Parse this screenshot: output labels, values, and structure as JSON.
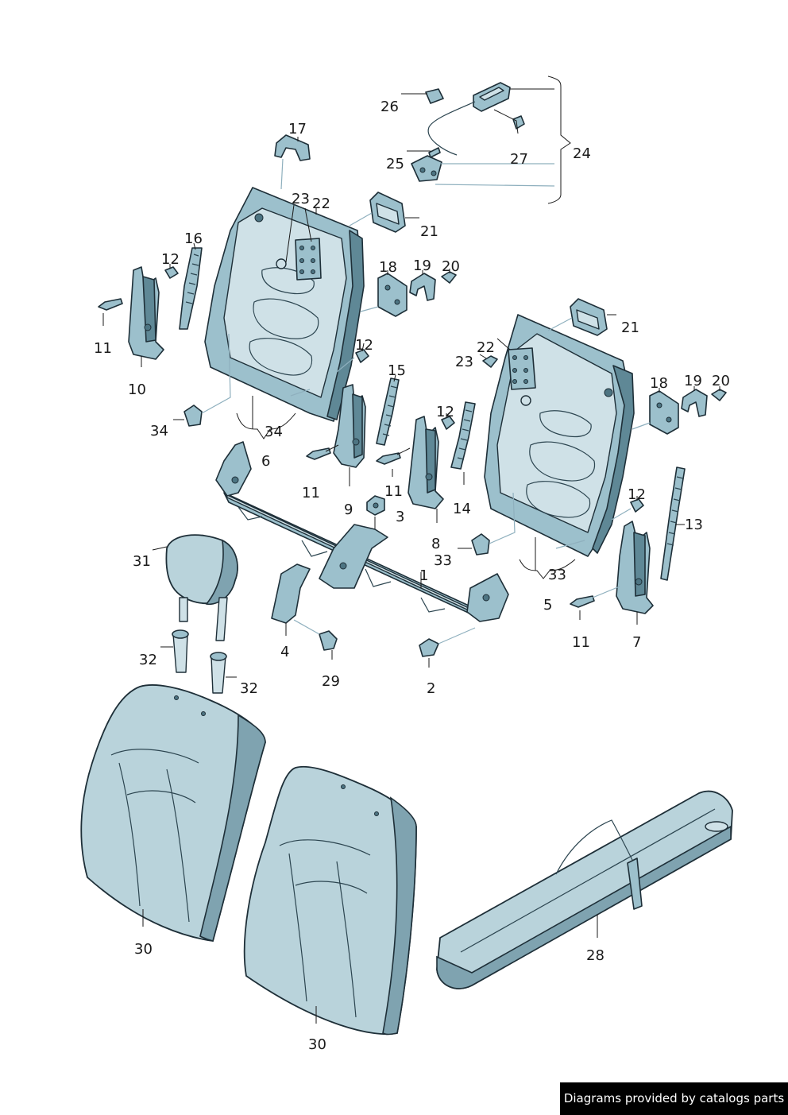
{
  "labels": {
    "l1": "1",
    "l2": "2",
    "l3": "3",
    "l4": "4",
    "l5": "5",
    "l6": "6",
    "l7": "7",
    "l8": "8",
    "l9": "9",
    "l10": "10",
    "l11a": "11",
    "l11b": "11",
    "l11c": "11",
    "l11d": "11",
    "l12a": "12",
    "l12b": "12",
    "l12c": "12",
    "l12d": "12",
    "l13": "13",
    "l14": "14",
    "l15": "15",
    "l16": "16",
    "l17": "17",
    "l18a": "18",
    "l18b": "18",
    "l19a": "19",
    "l19b": "19",
    "l20a": "20",
    "l20b": "20",
    "l21a": "21",
    "l21b": "21",
    "l22a": "22",
    "l22b": "22",
    "l23a": "23",
    "l23b": "23",
    "l24": "24",
    "l25": "25",
    "l26": "26",
    "l27": "27",
    "l28": "28",
    "l29": "29",
    "l30a": "30",
    "l30b": "30",
    "l31": "31",
    "l32a": "32",
    "l32b": "32",
    "l33a": "33",
    "l33b": "33",
    "l34a": "34",
    "l34b": "34"
  },
  "footer": {
    "credit": "Diagrams provided by catalogs parts"
  },
  "colors": {
    "part": "#9cc0cc",
    "outline": "#1e2f38",
    "leader": "#1a1a1a",
    "credit_bg": "#000000"
  },
  "icons": {
    "bag_badge": "four-rings-logo"
  }
}
